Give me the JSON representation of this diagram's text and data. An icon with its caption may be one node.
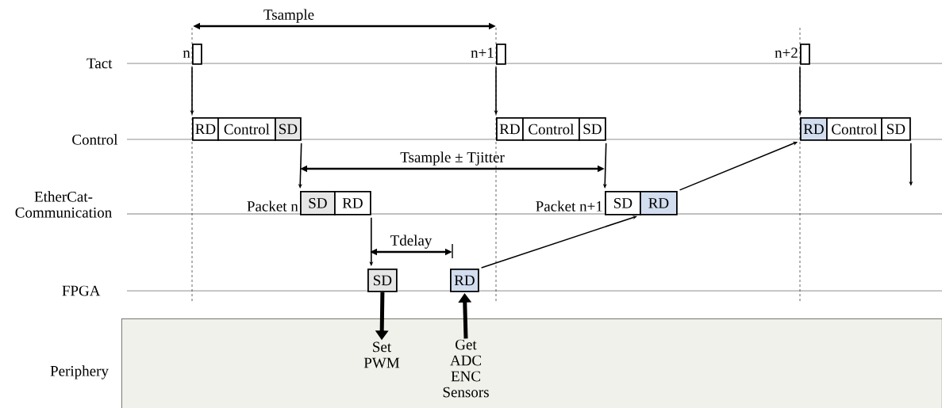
{
  "diagram": {
    "nodes": [
      {
        "text": [],
        "shape": "box",
        "beside": [
          "n"
        ]
      },
      {
        "text": [],
        "shape": "box",
        "beside": [
          "n+1"
        ]
      },
      {
        "text": [],
        "shape": "box",
        "beside": [
          "n+2"
        ]
      },
      {
        "text": [
          "RD"
        ]
      },
      {
        "text": [
          "Control"
        ]
      },
      {
        "text": [
          "SD"
        ]
      },
      {
        "text": [
          "RD"
        ]
      },
      {
        "text": [
          "Control"
        ]
      },
      {
        "text": [
          "SD"
        ]
      },
      {
        "text": [
          "RD"
        ]
      },
      {
        "text": [
          "Control"
        ]
      },
      {
        "text": [
          "SD"
        ]
      },
      {
        "text": [
          "SD"
        ],
        "beside": [
          "Packet n"
        ]
      },
      {
        "text": [
          "RD"
        ]
      },
      {
        "text": [
          "SD"
        ],
        "beside": [
          "Packet n+1"
        ]
      },
      {
        "text": [
          "RD"
        ]
      },
      {
        "text": [
          "SD"
        ]
      },
      {
        "text": [
          "RD"
        ]
      },
      {
        "text": [
          "Periphery"
        ]
      },
      {
        "text": [
          "Set PWM"
        ],
        "in": 18
      },
      {
        "text": [
          "Get ADC ENC Sensors"
        ],
        "in": 18
      }
    ],
    "edges": [
      {
        "from": 0,
        "to": 3,
        "arrow": "to"
      },
      {
        "from": 1,
        "to": 6,
        "arrow": "to"
      },
      {
        "from": 2,
        "to": 9,
        "arrow": "to"
      },
      {
        "from": 5,
        "to": 12,
        "arrow": "to"
      },
      {
        "from": 8,
        "to": 14,
        "arrow": "to"
      },
      {
        "from": 11,
        "to": null,
        "arrow": "to"
      },
      {
        "from": 13,
        "to": 16,
        "arrow": "to"
      },
      {
        "from": 17,
        "to": 15,
        "arrow": "to"
      },
      {
        "from": 15,
        "to": 9,
        "arrow": "to"
      },
      {
        "from": 16,
        "to": 19,
        "arrow": "to",
        "style": "thick"
      },
      {
        "from": 20,
        "to": 17,
        "arrow": "to",
        "style": "thick"
      }
    ],
    "labels": [
      "Tact",
      "Control",
      "EtherCat-Communication",
      "FPGA",
      "Tsample",
      "Tsample ± Tjitter",
      "Tdelay"
    ]
  }
}
